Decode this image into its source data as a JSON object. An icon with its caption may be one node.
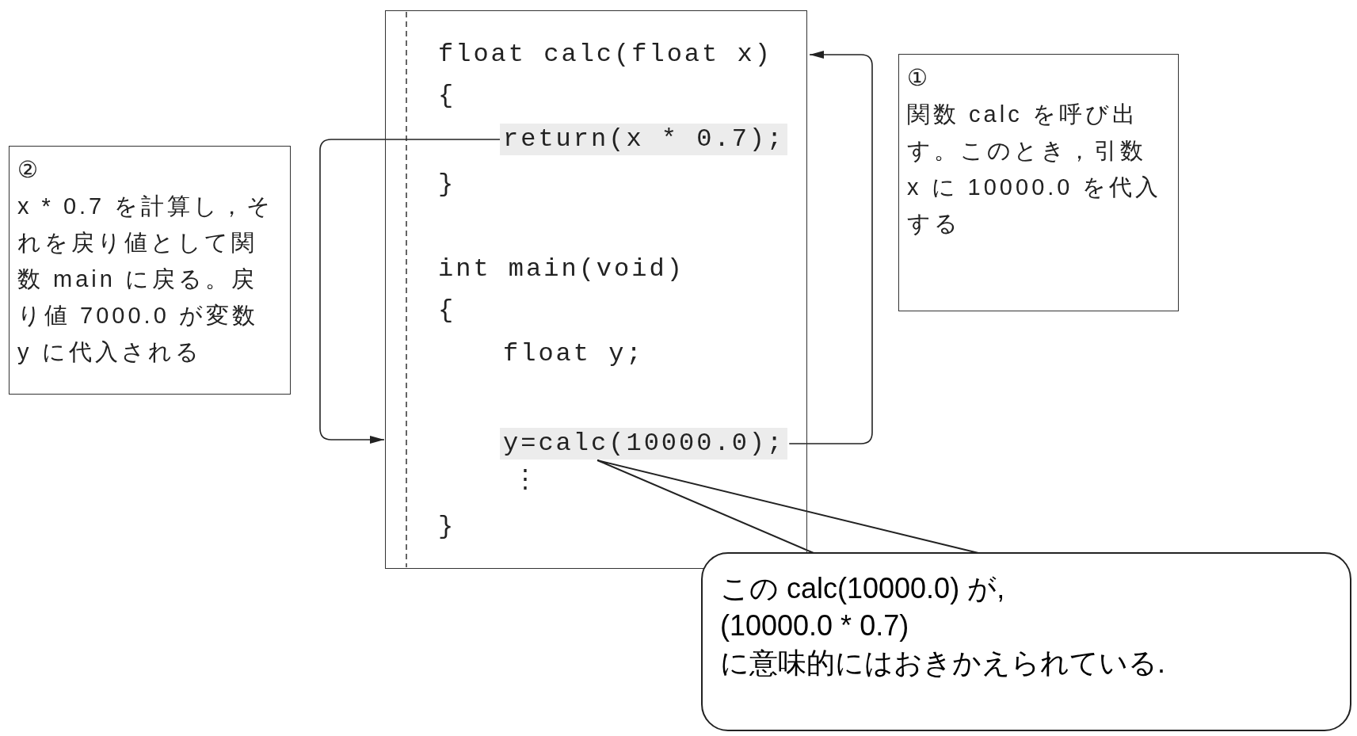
{
  "diagram": {
    "nodes": [
      {
        "text": [],
        "shape": "box"
      },
      {
        "text": [
          "float calc(float x)"
        ],
        "in": 0
      },
      {
        "text": [
          "return(x * 0.7);"
        ],
        "in": 0
      },
      {
        "text": [
          "y=calc(10000.0);"
        ],
        "in": 0
      },
      {
        "text": [
          "②",
          "x * 0.7 を計算し，それを戻り値として関数 main に戻る。戻り値 7000.0 が変数 y に代入される"
        ]
      },
      {
        "text": [
          "①",
          "関数 calc を呼び出す。このとき，引数 x に 10000.0 を代入する"
        ]
      },
      {
        "text": [
          "この calc(10000.0) が,",
          "(10000.0 * 0.7)",
          "に意味的にはおきかえられている."
        ]
      }
    ],
    "edges": [
      {
        "from": 2,
        "to": 0,
        "arrow": "to"
      },
      {
        "from": 3,
        "to": 1,
        "arrow": "to"
      },
      {
        "from": 6,
        "to": 3,
        "arrow": "none"
      }
    ],
    "labels": [
      "{",
      "}",
      "int main(void)",
      "{",
      "float y;",
      "⋮",
      "}"
    ]
  }
}
